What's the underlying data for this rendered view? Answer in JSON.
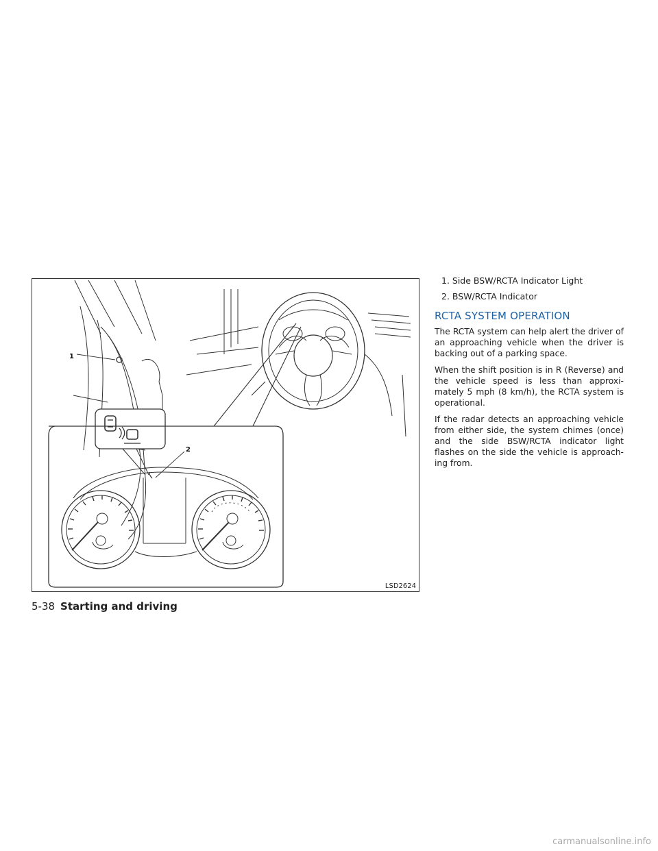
{
  "figure": {
    "code": "LSD2624",
    "callouts": [
      "1",
      "2"
    ]
  },
  "legend": [
    "1.  Side BSW/RCTA Indicator Light",
    "2.  BSW/RCTA Indicator"
  ],
  "section": {
    "title": "RCTA SYSTEM OPERATION",
    "paragraphs": [
      "The RCTA system can help alert the driver of an approaching vehicle when the driver is backing out of a parking space.",
      "When the shift position is in R (Reverse) and the vehicle speed is less than approxi-mately 5 mph (8 km/h), the RCTA system is operational.",
      "If the radar detects an approaching vehicle from either side, the system chimes (once) and the side BSW/RCTA indicator light flashes on the side the vehicle is approach-ing from."
    ]
  },
  "footer": {
    "page_number": "5-38",
    "section_name": "Starting and driving"
  },
  "watermark": "carmanualsonline.info",
  "colors": {
    "heading": "#1f63a6",
    "text": "#222222",
    "watermark": "#aaaaaa"
  }
}
